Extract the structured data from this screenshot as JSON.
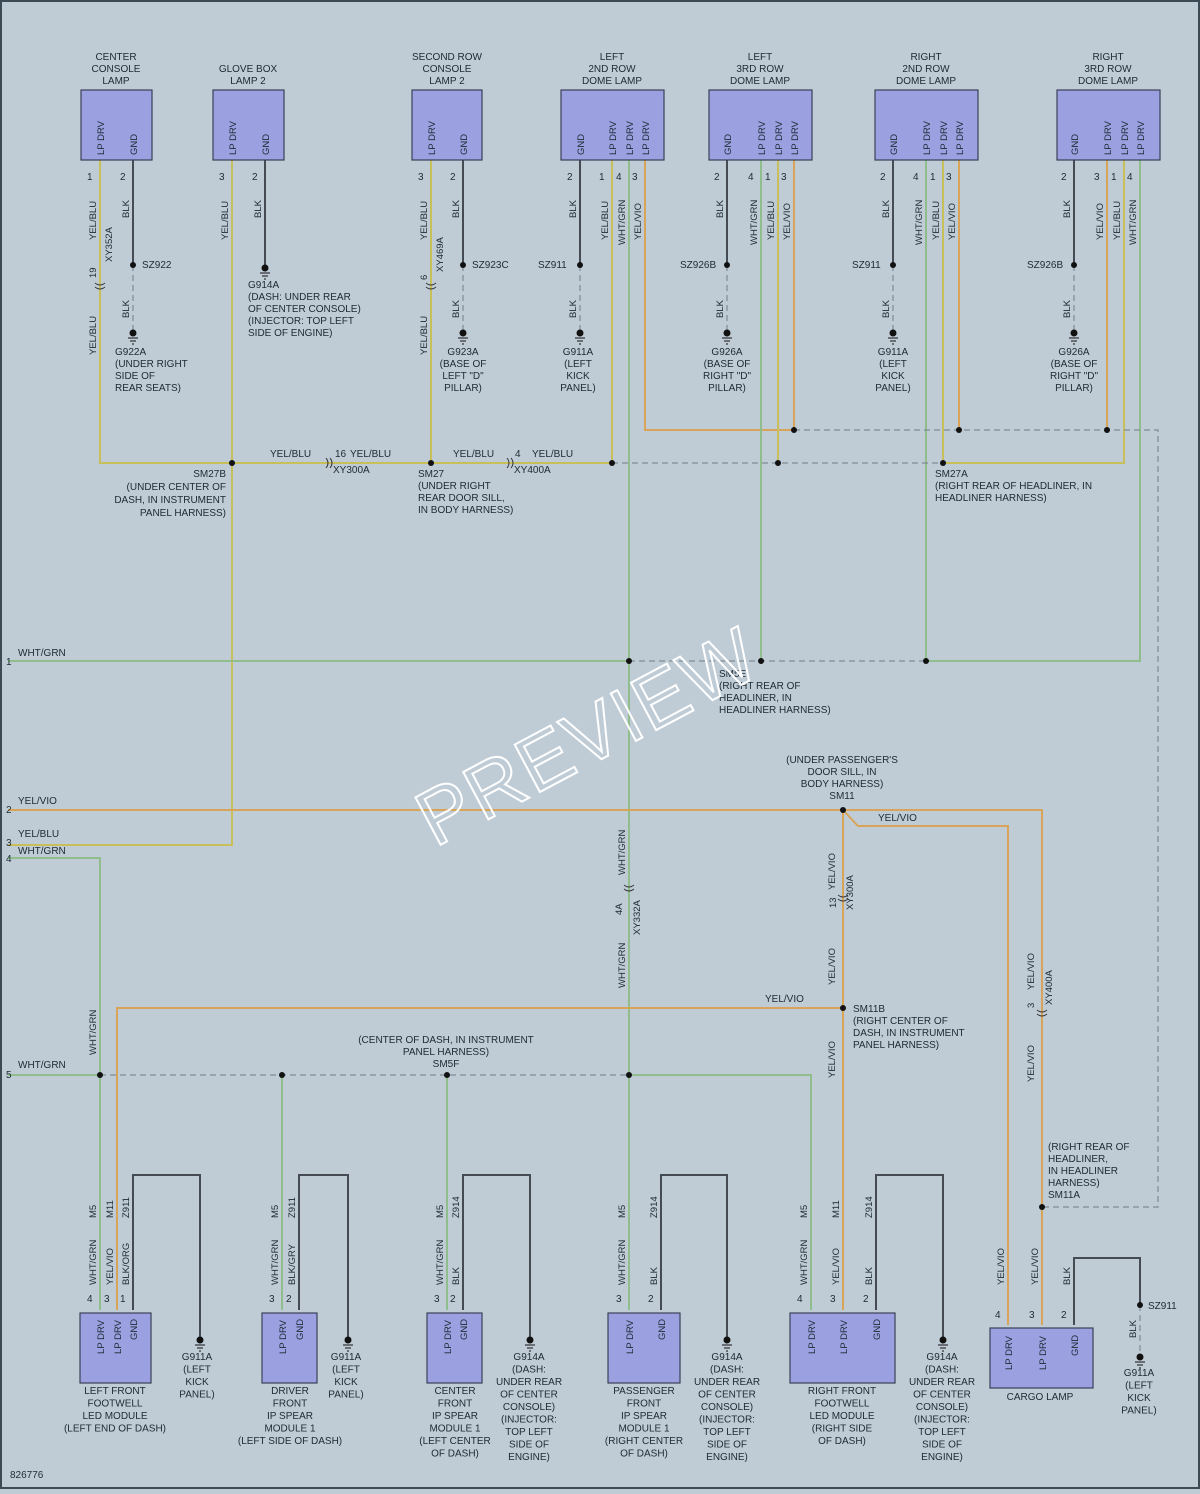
{
  "components_top": [
    {
      "name": "CENTER\nCONSOLE\nLAMP",
      "pins": [
        "LP DRV",
        "GND"
      ]
    },
    {
      "name": "GLOVE BOX\nLAMP 2",
      "pins": [
        "LP DRV",
        "GND"
      ]
    },
    {
      "name": "SECOND ROW\nCONSOLE\nLAMP 2",
      "pins": [
        "LP DRV",
        "GND"
      ]
    },
    {
      "name": "LEFT\n2ND ROW\nDOME LAMP",
      "pins": [
        "GND",
        "LP DRV",
        "LP DRV",
        "LP DRV"
      ]
    },
    {
      "name": "LEFT\n3RD ROW\nDOME LAMP",
      "pins": [
        "GND",
        "LP DRV",
        "LP DRV",
        "LP DRV"
      ]
    },
    {
      "name": "RIGHT\n2ND ROW\nDOME LAMP",
      "pins": [
        "GND",
        "LP DRV",
        "LP DRV",
        "LP DRV"
      ]
    },
    {
      "name": "RIGHT\n3RD ROW\nDOME LAMP",
      "pins": [
        "GND",
        "LP DRV",
        "LP DRV",
        "LP DRV"
      ]
    }
  ],
  "components_bottom": [
    {
      "name": "LEFT FRONT\nFOOTWELL\nLED MODULE\n(LEFT END OF DASH)",
      "pins": [
        "LP DRV",
        "LP DRV",
        "GND"
      ]
    },
    {
      "name": "DRIVER\nFRONT\nIP SPEAR\nMODULE 1\n(LEFT SIDE OF DASH)",
      "pins": [
        "LP DRV",
        "GND"
      ]
    },
    {
      "name": "CENTER\nFRONT\nIP SPEAR\nMODULE 1\n(LEFT CENTER\nOF DASH)",
      "pins": [
        "LP DRV",
        "GND"
      ]
    },
    {
      "name": "PASSENGER\nFRONT\nIP SPEAR\nMODULE 1\n(RIGHT CENTER\nOF DASH)",
      "pins": [
        "LP DRV",
        "GND"
      ]
    },
    {
      "name": "RIGHT FRONT\nFOOTWELL\nLED MODULE\n(RIGHT SIDE\nOF DASH)",
      "pins": [
        "LP DRV",
        "LP DRV",
        "GND"
      ]
    },
    {
      "name": "CARGO LAMP",
      "pins": [
        "LP DRV",
        "LP DRV",
        "GND"
      ]
    }
  ],
  "grounds_top": [
    {
      "splice": "SZ922",
      "ground": "G922A\n(UNDER RIGHT\nSIDE OF\nREAR SEATS)"
    },
    {
      "splice": "",
      "ground": "G914A\n(DASH: UNDER REAR\nOF CENTER CONSOLE)\n(INJECTOR: TOP LEFT\nSIDE OF ENGINE)"
    },
    {
      "splice": "SZ923C",
      "ground": "G923A\n(BASE OF\nLEFT \"D\"\nPILLAR)"
    },
    {
      "splice": "SZ911",
      "ground": "G911A\n(LEFT\nKICK\nPANEL)"
    },
    {
      "splice": "SZ926B",
      "ground": "G926A\n(BASE OF\nRIGHT \"D\"\nPILLAR)"
    },
    {
      "splice": "SZ911",
      "ground": "G911A\n(LEFT\nKICK\nPANEL)"
    },
    {
      "splice": "SZ926B",
      "ground": "G926A\n(BASE OF\nRIGHT \"D\"\nPILLAR)"
    }
  ],
  "grounds_bottom": [
    "G911A\n(LEFT\nKICK\nPANEL)",
    "G911A\n(LEFT\nKICK\nPANEL)",
    "G914A\n(DASH:\nUNDER REAR\nOF CENTER\nCONSOLE)\n(INJECTOR:\nTOP LEFT\nSIDE OF\nENGINE)",
    "G914A\n(DASH:\nUNDER REAR\nOF CENTER\nCONSOLE)\n(INJECTOR:\nTOP LEFT\nSIDE OF\nENGINE)",
    "G914A\n(DASH:\nUNDER REAR\nOF CENTER\nCONSOLE)\n(INJECTOR:\nTOP LEFT\nSIDE OF\nENGINE)",
    "G911A\n(LEFT\nKICK\nPANEL)"
  ],
  "cargo_splice": "SZ911",
  "splices": {
    "sm27b": "SM27B\n(UNDER CENTER OF\nDASH, IN INSTRUMENT\nPANEL HARNESS)",
    "sm27": "SM27\n(UNDER RIGHT\nREAR DOOR SILL,\nIN BODY HARNESS)",
    "sm27a": "SM27A\n(RIGHT REAR OF HEADLINER, IN\nHEADLINER HARNESS)",
    "sm5e": "SM5E\n(RIGHT REAR OF\nHEADLINER, IN\nHEADLINER HARNESS)",
    "sm11": "(UNDER PASSENGER'S\nDOOR SILL, IN\nBODY HARNESS)\nSM11",
    "sm11b": "SM11B\n(RIGHT CENTER OF\nDASH, IN INSTRUMENT\nPANEL HARNESS)",
    "sm5f": "(CENTER OF DASH, IN INSTRUMENT\nPANEL HARNESS)\nSM5F",
    "sm11a": "(RIGHT REAR OF\nHEADLINER,\nIN HEADLINER\nHARNESS)\nSM11A"
  },
  "inputs": [
    {
      "num": "1",
      "wire": "WHT/GRN"
    },
    {
      "num": "2",
      "wire": "YEL/VIO"
    },
    {
      "num": "3",
      "wire": "YEL/BLU"
    },
    {
      "num": "4",
      "wire": "WHT/GRN"
    },
    {
      "num": "5",
      "wire": "WHT/GRN"
    }
  ],
  "labels": {
    "yel_blu": "YEL/BLU",
    "yel_vio": "YEL/VIO",
    "wht_grn": "WHT/GRN",
    "blk": "BLK",
    "blk_org": "BLK/ORG",
    "blk_gry": "BLK/GRY",
    "xy352a": "XY352A",
    "xy469a": "XY469A",
    "xy300a": "XY300A",
    "xy400a": "XY400A",
    "xy332a": "XY332A",
    "n19": "19",
    "n6": "6",
    "n16": "16",
    "n4": "4",
    "n13": "13",
    "n3": "3",
    "n4a": "4A",
    "m5": "M5",
    "m11": "M11",
    "z911": "Z911",
    "z914": "Z914",
    "p1": "1",
    "p2": "2",
    "p3": "3",
    "p4": "4"
  },
  "watermark": "PREVIEW",
  "diagram_id": "826776",
  "colors": {
    "yel_blu": "#c8bf5a",
    "yel_vio": "#d8a457",
    "wht_grn": "#8fbd8c",
    "blk": "#444b52",
    "component": "#9aa0e0",
    "background": "#bfccd6"
  }
}
